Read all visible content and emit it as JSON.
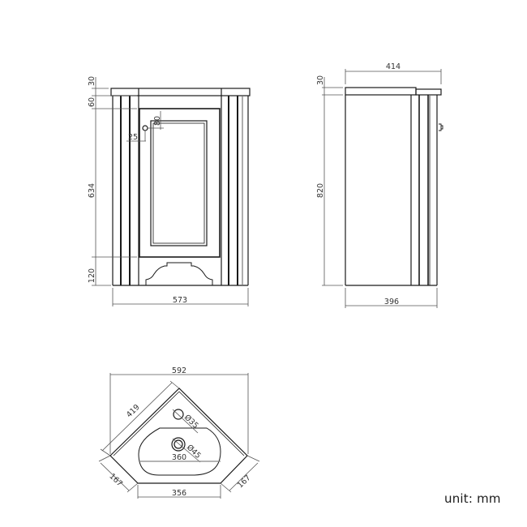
{
  "unit_label": "unit: mm",
  "colors": {
    "line": "#1a1a1a",
    "dim_line": "#555555",
    "shade": "#777777",
    "background": "#ffffff"
  },
  "front_view": {
    "dimensions": {
      "top_thickness": "30",
      "plinth_top": "60",
      "handle_offset_v": "80",
      "handle_offset_h": "25",
      "door_height": "634",
      "plinth_height": "120",
      "width": "573"
    }
  },
  "side_view": {
    "dimensions": {
      "top_depth": "414",
      "top_thickness": "30",
      "height": "820",
      "depth": "396"
    }
  },
  "top_view": {
    "dimensions": {
      "back_width": "592",
      "side_length": "419",
      "tap_hole": "Ø35",
      "waste_hole": "Ø45",
      "basin_width": "360",
      "front_width": "356",
      "left_chamfer": "167",
      "right_chamfer": "167"
    }
  }
}
